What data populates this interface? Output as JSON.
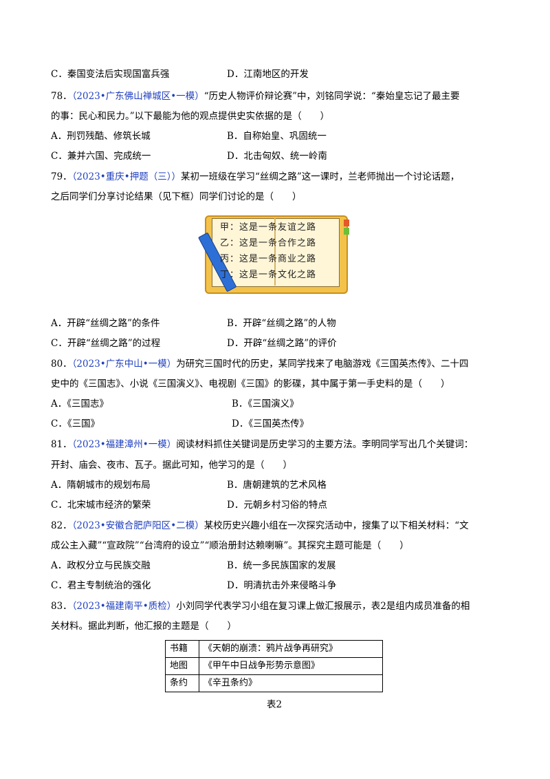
{
  "q77": {
    "optC": "C．秦国变法后实现国富兵强",
    "optD": "D．江南地区的开发"
  },
  "q78": {
    "num": "78．",
    "source": "（2023•广东佛山禅城区•一模）",
    "line1": "“历史人物评价辩论赛”中，刘铭同学说：“秦始皇忘记了最主要",
    "line2": "的事：民心和民力。”以下最能为他的观点提供史实依据的是（　　）",
    "optA": "A．刑罚残酷、修筑长城",
    "optB": "B．自称始皇、巩固统一",
    "optC": "C．兼并六国、完成统一",
    "optD": "D．北击匈奴、统一岭南"
  },
  "q79": {
    "num": "79．",
    "source": "（2023•重庆•押题（三））",
    "line1": "某初一班级在学习“丝绸之路”这一课时，兰老师抛出一个讨论话题，",
    "line2": "之后同学们分享讨论结果（见下框）同学们讨论的是（　　）",
    "book": [
      "甲：这是一条友谊之路",
      "乙：这是一条合作之路",
      "丙：这是一条商业之路",
      "丁：这是一条文化之路"
    ],
    "optA": "A．开辟“丝绸之路”的条件",
    "optB": "B．开辟“丝绸之路”的人物",
    "optC": "C．开辟“丝绸之路”的过程",
    "optD": "D．开辟“丝绸之路”的评价"
  },
  "q80": {
    "num": "80．",
    "source": "（2023•广东中山•一模）",
    "line1": "为研究三国时代的历史，某同学找来了电脑游戏《三国英杰传》、二十四",
    "line2": "史中的《三国志》、小说《三国演义》、电视剧《三国》的影碟，其中属于第一手史料的是（　　）",
    "optA": "A．《三国志》",
    "optB": "B．《三国演义》",
    "optC": "C．《三国》",
    "optD": "D．《三国英杰传》"
  },
  "q81": {
    "num": "81．",
    "source": "（2023•福建漳州•一模）",
    "line1": "阅读材料抓住关键词是历史学习的主要方法。李明同学写出几个关键词：",
    "line2": "开封、庙会、夜市、瓦子。据此可知，他学习的是（　　）",
    "optA": "A．隋朝城市的规划布局",
    "optB": "B．唐朝建筑的艺术风格",
    "optC": "C．北宋城市经济的繁荣",
    "optD": "D．元朝乡村习俗的特点"
  },
  "q82": {
    "num": "82．",
    "source": "（2023•安徽合肥庐阳区•二模）",
    "line1": "某校历史兴趣小组在一次探究活动中，搜集了以下相关材料：“文",
    "line2": "成公主入藏”“宣政院”“台湾府的设立”“顺治册封达赖喇嘛”。其探究主题可能是（　　）",
    "optA": "A．政权分立与民族交融",
    "optB": "B．统一多民族国家的发展",
    "optC": "C．君主专制统治的强化",
    "optD": "D．明清抗击外来侵略斗争"
  },
  "q83": {
    "num": "83．",
    "source": "（2023•福建南平•质检）",
    "line1": "小刘同学代表学习小组在复习课上做汇报展示，表2是组内成员准备的相",
    "line2": "关材料。据此判断，他汇报的主题是（　　）",
    "table": [
      {
        "k": "书籍",
        "v": "《天朝的崩溃：鸦片战争再研究》"
      },
      {
        "k": "地图",
        "v": "《甲午中日战争形势示意图》"
      },
      {
        "k": "条约",
        "v": "《辛丑条约》"
      }
    ],
    "caption": "表2"
  }
}
